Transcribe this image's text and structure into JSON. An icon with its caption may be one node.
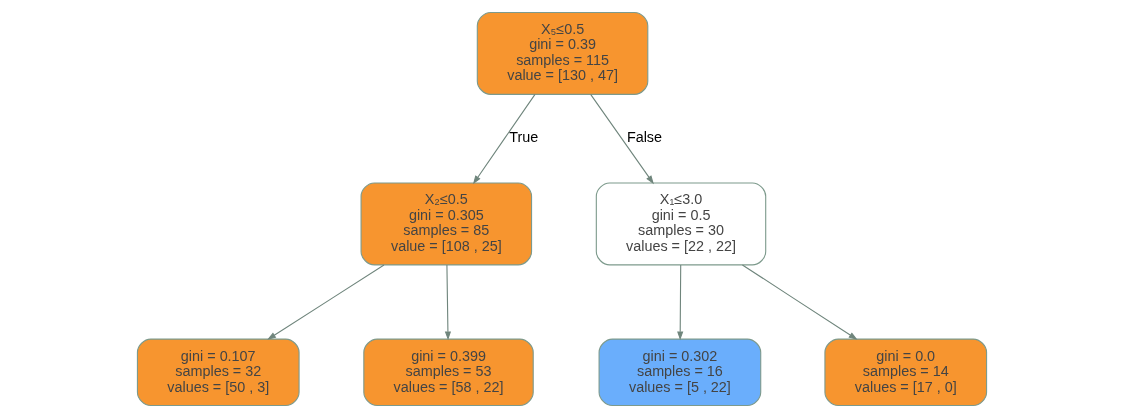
{
  "diagram": {
    "nodes": [
      {
        "text": [
          "X₅≤0.5",
          "gini = 0.39",
          "samples = 115",
          "value = [130 , 47]"
        ]
      },
      {
        "text": [
          "X₂≤0.5",
          "gini = 0.305",
          "samples = 85",
          "value = [108 , 25]"
        ]
      },
      {
        "text": [
          "X₁≤3.0",
          "gini = 0.5",
          "samples = 30",
          "values = [22 , 22]"
        ]
      },
      {
        "text": [
          "gini = 0.107",
          "samples = 32",
          "values = [50 , 3]"
        ]
      },
      {
        "text": [
          "gini = 0.399",
          "samples = 53",
          "values = [58 , 22]"
        ]
      },
      {
        "text": [
          "gini = 0.302",
          "samples = 16",
          "values = [5 , 22]"
        ]
      },
      {
        "text": [
          "gini = 0.0",
          "samples = 14",
          "values = [17 , 0]"
        ]
      }
    ],
    "edges": [
      {
        "from": 0,
        "to": 1,
        "arrow": "to",
        "label": "True"
      },
      {
        "from": 0,
        "to": 2,
        "arrow": "to",
        "label": "False"
      },
      {
        "from": 1,
        "to": 3,
        "arrow": "to"
      },
      {
        "from": 1,
        "to": 4,
        "arrow": "to"
      },
      {
        "from": 2,
        "to": 5,
        "arrow": "to"
      },
      {
        "from": 2,
        "to": 6,
        "arrow": "to"
      }
    ]
  }
}
